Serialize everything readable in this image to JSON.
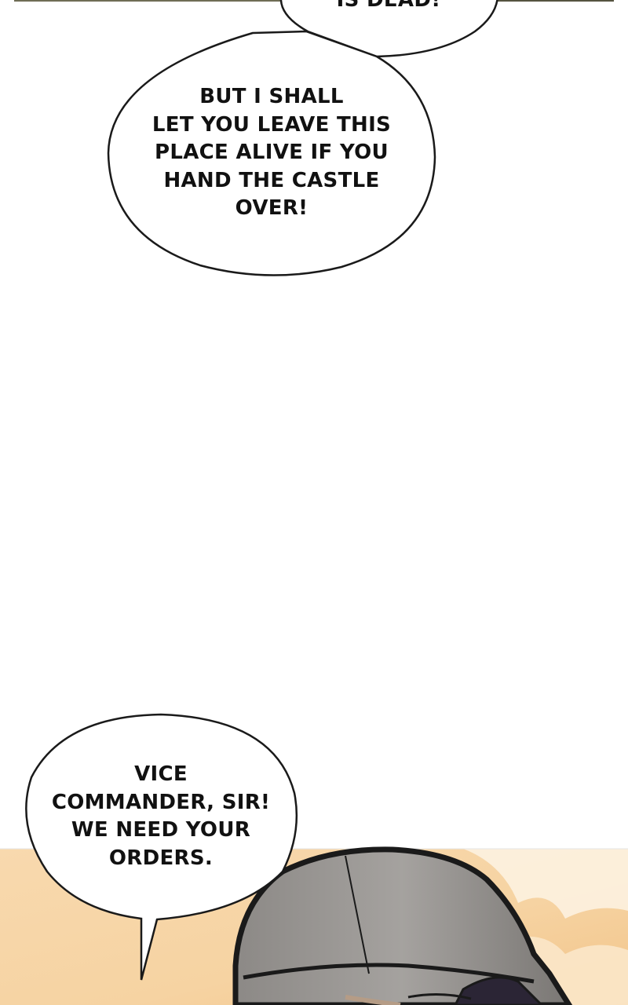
{
  "panels": {
    "top_panel": {
      "description_color": "#6f6d55"
    },
    "bottom_panel": {
      "sky_color": "#f7dcb8"
    }
  },
  "bubbles": {
    "top_partial": {
      "lines": [
        "IS DEAD!"
      ]
    },
    "middle": {
      "lines": [
        "BUT I SHALL",
        "LET YOU LEAVE THIS",
        "PLACE ALIVE IF YOU",
        "HAND THE CASTLE",
        "OVER!"
      ]
    },
    "bottom": {
      "lines": [
        "VICE",
        "COMMANDER, SIR!",
        "WE NEED YOUR",
        "ORDERS."
      ]
    }
  },
  "icons": {
    "character": "helmeted-soldier"
  }
}
